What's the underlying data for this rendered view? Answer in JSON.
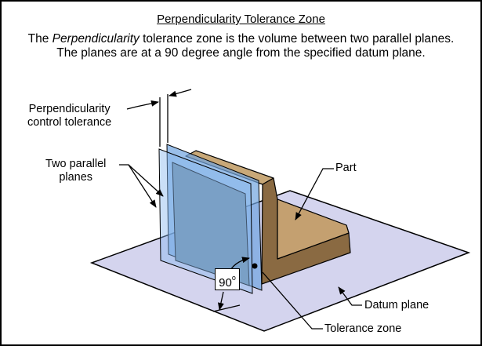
{
  "title": "Perpendicularity Tolerance Zone",
  "description": {
    "line1_prefix": "The ",
    "line1_italic": "Perpendicularity",
    "line1_suffix": " tolerance zone is the volume between two parallel planes.",
    "line2": "The planes are at a 90 degree angle from the specified datum plane."
  },
  "labels": {
    "tolerance_line1": "Perpendicularity",
    "tolerance_line2": "control tolerance",
    "planes_line1": "Two parallel",
    "planes_line2": "planes",
    "part": "Part",
    "datum": "Datum plane",
    "zone": "Tolerance zone",
    "angle": "90",
    "angle_unit": "o"
  },
  "colors": {
    "datum_plane": "#d4d4ee",
    "tolerance_plane": "#6fa4e0",
    "part_top": "#c8a878",
    "part_side": "#8a6a42",
    "zone_face": "#6e8ca6"
  }
}
